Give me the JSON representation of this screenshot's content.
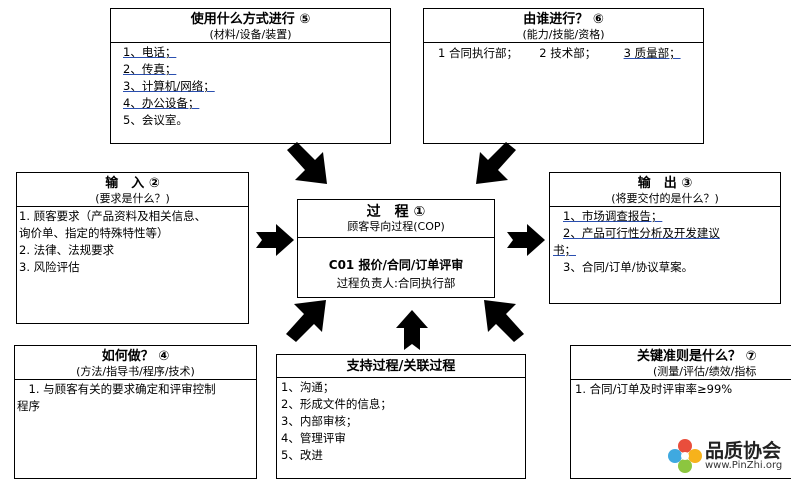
{
  "method": {
    "title": "使用什么方式进行 ⑤",
    "subtitle": "(材料/设备/装置)",
    "items": [
      "1、电话；",
      "2、传真；",
      "3、计算机/网络；",
      "4、办公设备；",
      "5、会议室。"
    ]
  },
  "who": {
    "title": "由谁进行？ ⑥",
    "subtitle": "(能力/技能/资格)",
    "items": [
      "1 合同执行部；",
      "2 技术部；",
      "3 质量部；"
    ]
  },
  "input": {
    "title": "输　入 ②",
    "subtitle": "(要求是什么？)",
    "items": [
      "1. 顾客要求（产品资料及相关信息、",
      "询价单、指定的特殊特性等）",
      "2. 法律、法规要求",
      "3. 风险评估"
    ]
  },
  "process": {
    "title": "过　程 ①",
    "subtitle": "顾客导向过程(COP)",
    "name": "C01 报价/合同/订单评审",
    "owner": "过程负责人:合同执行部"
  },
  "output": {
    "title": "输　出 ③",
    "subtitle": "(将要交付的是什么？)",
    "items": [
      "1、市场调查报告；",
      "2、产品可行性分析及开发建议",
      "书；",
      "3、合同/订单/协议草案。"
    ]
  },
  "how": {
    "title": "如何做？ ④",
    "subtitle": "(方法/指导书/程序/技术)",
    "items": [
      "　1. 与顾客有关的要求确定和评审控制",
      "程序"
    ]
  },
  "support": {
    "title": "支持过程/关联过程",
    "items": [
      "1、沟通；",
      "2、形成文件的信息；",
      "3、内部审核；",
      "4、管理评审",
      "5、改进"
    ]
  },
  "criteria": {
    "title": "关键准则是什么？ ⑦",
    "subtitle": "(测量/评估/绩效/指标",
    "items": [
      "1. 合同/订单及时评审率≥99%"
    ]
  },
  "logo": {
    "name": "品质协会",
    "url": "www.PinZhi.org"
  },
  "colors": {
    "underline": "#2a4fb0",
    "arrow": "#000000"
  }
}
